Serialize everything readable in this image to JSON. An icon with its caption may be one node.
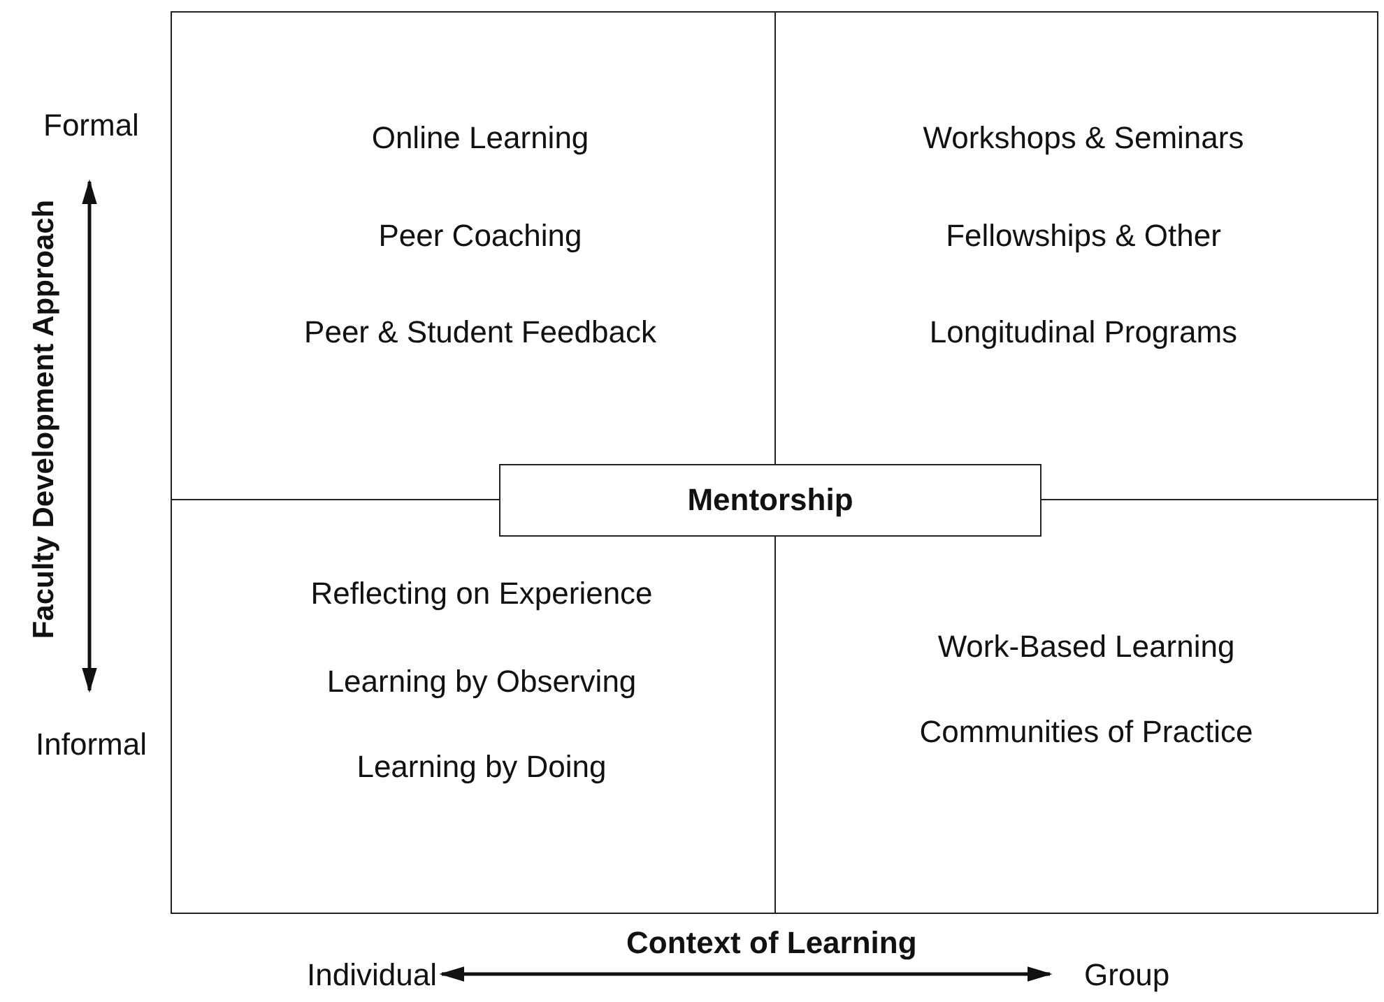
{
  "diagram": {
    "nodes": [
      {
        "text": [
          "Online Learning",
          "Peer Coaching",
          "Peer & Student Feedback"
        ]
      },
      {
        "text": [
          "Workshops & Seminars",
          "Fellowships & Other",
          "Longitudinal Programs"
        ]
      },
      {
        "text": [
          "Reflecting on Experience",
          "Learning by Observing",
          "Learning by Doing"
        ]
      },
      {
        "text": [
          "Work-Based Learning",
          "Communities of Practice"
        ]
      },
      {
        "text": [
          "Mentorship"
        ]
      }
    ],
    "edges": [],
    "labels": [
      "Formal",
      "Faculty Development Approach",
      "Informal",
      "Context of Learning",
      "Individual",
      "Group"
    ]
  }
}
